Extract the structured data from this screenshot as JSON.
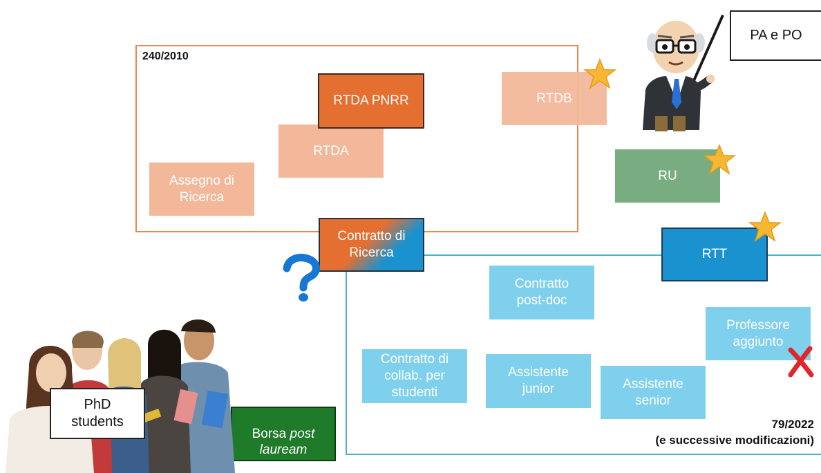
{
  "frames": {
    "law_2010": "240/2010",
    "law_2022": "79/2022",
    "law_2022_note": "(e successive modificazioni)"
  },
  "boxes": {
    "rtda_pnrr": "RTDA PNRR",
    "rtdb": "RTDB",
    "rtda": "RTDA",
    "assegno": "Assegno di\nRicerca",
    "ru": "RU",
    "contratto_ricerca": "Contratto di\nRicerca",
    "rtt": "RTT",
    "postdoc": "Contratto\npost-doc",
    "professore_aggiunto": "Professore\naggiunto",
    "contratto_collab": "Contratto di\ncollab. per\nstudenti",
    "assistente_junior": "Assistente\njunior",
    "assistente_senior": "Assistente\nsenior",
    "borsa_prefix": "Borsa ",
    "borsa_italic": "post",
    "borsa_line2": "lauream",
    "pa_po": "PA e PO",
    "phd": "PhD\nstudents"
  },
  "icons": {
    "star": "star-icon",
    "cross": "red-cross-icon",
    "question": "question-mark-icon",
    "professor": "professor-illustration",
    "students": "students-photo"
  },
  "colors": {
    "frame_orange": "#e8894f",
    "frame_blue": "#4bb0cc",
    "peach": "#f3b89a",
    "orange": "#e56f30",
    "green": "#79ad81",
    "blue": "#1a92cf",
    "light_blue": "#7ed0ec",
    "dark_green": "#1f7a2a",
    "star": "#f7b733",
    "cross": "#e0262b"
  }
}
